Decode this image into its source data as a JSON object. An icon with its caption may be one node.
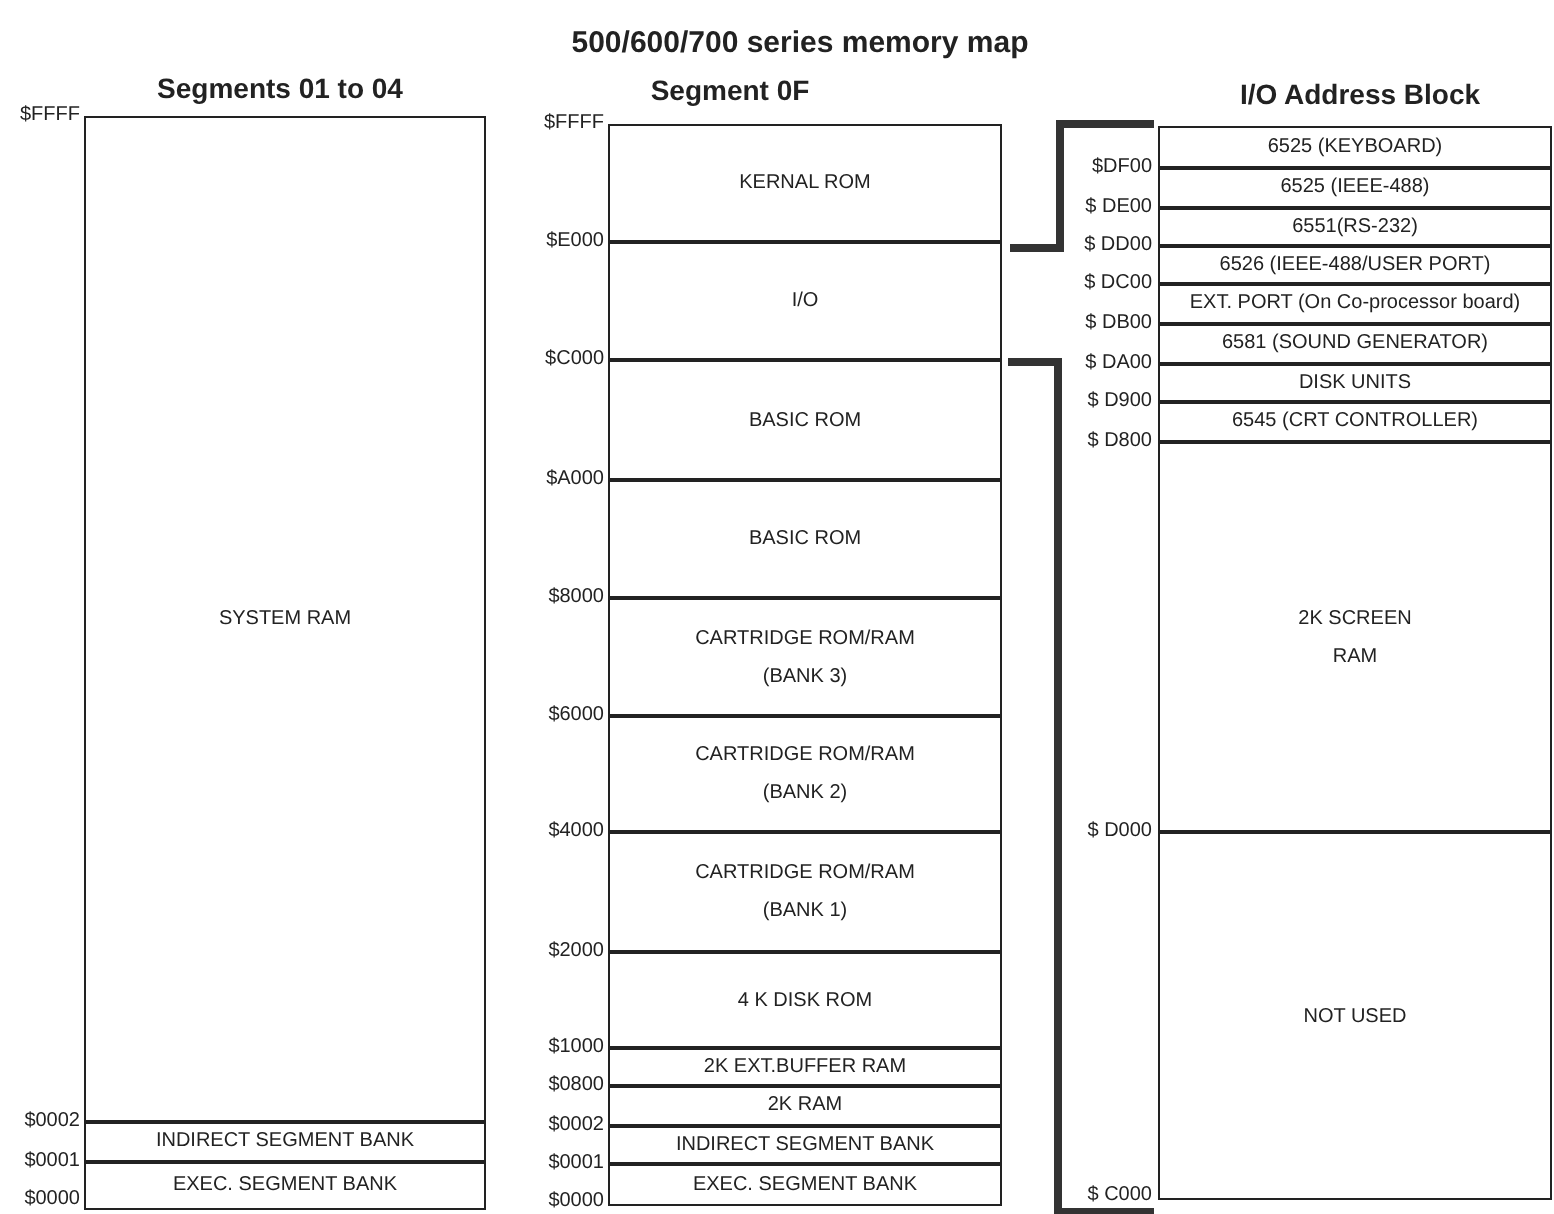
{
  "diagram": {
    "title": "500/600/700 series memory map",
    "nodes": [
      {
        "text": [
          "SYSTEM RAM"
        ]
      },
      {
        "text": [
          "INDIRECT SEGMENT BANK"
        ]
      },
      {
        "text": [
          "EXEC. SEGMENT BANK"
        ]
      },
      {
        "text": [
          "KERNAL ROM"
        ]
      },
      {
        "text": [
          "I/O"
        ]
      },
      {
        "text": [
          "BASIC ROM"
        ]
      },
      {
        "text": [
          "BASIC ROM"
        ]
      },
      {
        "text": [
          "CARTRIDGE ROM/RAM (BANK 3)"
        ]
      },
      {
        "text": [
          "CARTRIDGE ROM/RAM (BANK 2)"
        ]
      },
      {
        "text": [
          "CARTRIDGE ROM/RAM (BANK 1)"
        ]
      },
      {
        "text": [
          "4 K DISK ROM"
        ]
      },
      {
        "text": [
          "2K EXT.BUFFER RAM"
        ]
      },
      {
        "text": [
          "2K RAM"
        ]
      },
      {
        "text": [
          "INDIRECT SEGMENT BANK"
        ]
      },
      {
        "text": [
          "EXEC. SEGMENT BANK"
        ]
      },
      {
        "text": [
          "6525 (KEYBOARD)"
        ]
      },
      {
        "text": [
          "6525 (IEEE-488)"
        ]
      },
      {
        "text": [
          "6551(RS-232)"
        ]
      },
      {
        "text": [
          "6526 (IEEE-488/USER PORT)"
        ]
      },
      {
        "text": [
          "EXT. PORT (On Co-processor board)"
        ]
      },
      {
        "text": [
          "6581 (SOUND GENERATOR)"
        ]
      },
      {
        "text": [
          "DISK UNITS"
        ]
      },
      {
        "text": [
          "6545 (CRT CONTROLLER)"
        ]
      },
      {
        "text": [
          "2K SCREEN RAM"
        ]
      },
      {
        "text": [
          "NOT USED"
        ]
      }
    ],
    "labels": [
      "Segments 01 to 04",
      "Segment 0F",
      "I/O Address Block",
      "$FFFF",
      "$0002",
      "$0001",
      "$0000",
      "$FFFF",
      "$E000",
      "$C000",
      "$A000",
      "$8000",
      "$6000",
      "$4000",
      "$2000",
      "$1000",
      "$0800",
      "$0002",
      "$0001",
      "$0000",
      "$DF00",
      "$ DE00",
      "$ DD00",
      "$ DC00",
      "$ DB00",
      "$ DA00",
      "$ D900",
      "$ D800",
      "$ D000",
      "$ C000"
    ]
  }
}
